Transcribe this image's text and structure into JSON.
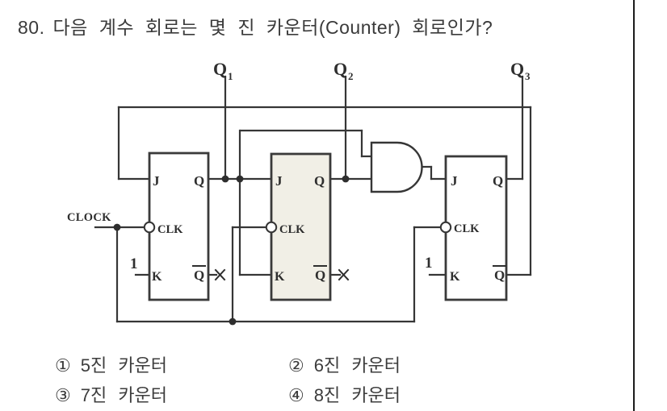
{
  "page": {
    "background": "#ffffff",
    "ink_color": "#343434",
    "ff2_fill": "#f1efe6",
    "border_line_color": "#1c1c1c"
  },
  "question": {
    "number": "80.",
    "text": "다음 계수 회로는 몇 진 카운터(Counter) 회로인가?"
  },
  "circuit": {
    "clock_label": "CLOCK",
    "outputs": [
      {
        "name": "Q",
        "sub": "1"
      },
      {
        "name": "Q",
        "sub": "2"
      },
      {
        "name": "Q",
        "sub": "3"
      }
    ],
    "flip_flops": [
      {
        "j": "J",
        "q": "Q",
        "clk": "CLK",
        "k": "K",
        "qbar": "Q"
      },
      {
        "j": "J",
        "q": "Q",
        "clk": "CLK",
        "k": "K",
        "qbar": "Q"
      },
      {
        "j": "J",
        "q": "Q",
        "clk": "CLK",
        "k": "K",
        "qbar": "Q"
      }
    ],
    "constant_inputs": [
      "1",
      "1"
    ]
  },
  "options": [
    {
      "marker": "①",
      "label": "5진 카운터"
    },
    {
      "marker": "②",
      "label": "6진 카운터"
    },
    {
      "marker": "③",
      "label": "7진 카운터"
    },
    {
      "marker": "④",
      "label": "8진 카운터"
    }
  ]
}
